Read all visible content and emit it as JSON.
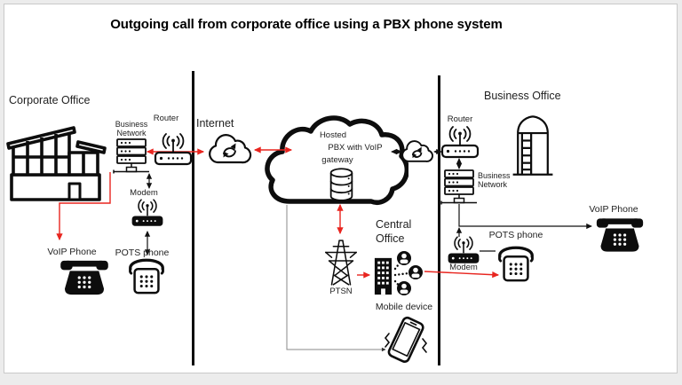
{
  "title": "Outgoing call from corporate office using a PBX phone system",
  "corporate_office": {
    "label": "Corporate Office",
    "business_network_label": "Business Network",
    "router_label": "Router",
    "modem_label": "Modem",
    "voip_phone_label": "VoIP Phone",
    "pots_phone_label": "POTS phone"
  },
  "internet": {
    "label": "Internet"
  },
  "hosted_pbx_cloud": {
    "lines": [
      "Hosted",
      "PBX with VoIP",
      "gateway"
    ]
  },
  "central_office": {
    "label": "Central Office",
    "ptsn_label": "PTSN",
    "mobile_device_label": "Mobile device"
  },
  "business_office": {
    "label": "Business Office",
    "router_label": "Router",
    "business_network_label": "Business Network",
    "modem_label": "Modem",
    "pots_phone_label": "POTS phone",
    "voip_phone_label": "VoIP Phone"
  },
  "colors": {
    "call_path_red": "#e8251f",
    "line_black": "#111111",
    "line_gray": "#8a8a8a",
    "ink": "#000000",
    "slide_border": "#c9c9c9"
  },
  "icons": {
    "factory-building-icon": "corporate office factory building",
    "server-stack-icon": "business network server rack with hub line",
    "router-icon": "wireless router with wifi waves",
    "modem-icon": "wireless modem (solid) with wifi waves",
    "voip-phone-icon": "solid desk telephone",
    "pots-phone-icon": "outlined desk telephone",
    "sync-cloud-icon": "cloud with refresh arrows (internet)",
    "hosted-pbx-cloud-icon": "large cloud outline",
    "database-icon": "database cylinder",
    "ptsn-tower-icon": "electric transmission tower",
    "office-building-icon": "solid high-rise building",
    "users-icon": "three user avatars with dotted links",
    "tower-building-icon": "business office tower with ladder",
    "mobile-device-icon": "vibrating smartphone"
  }
}
